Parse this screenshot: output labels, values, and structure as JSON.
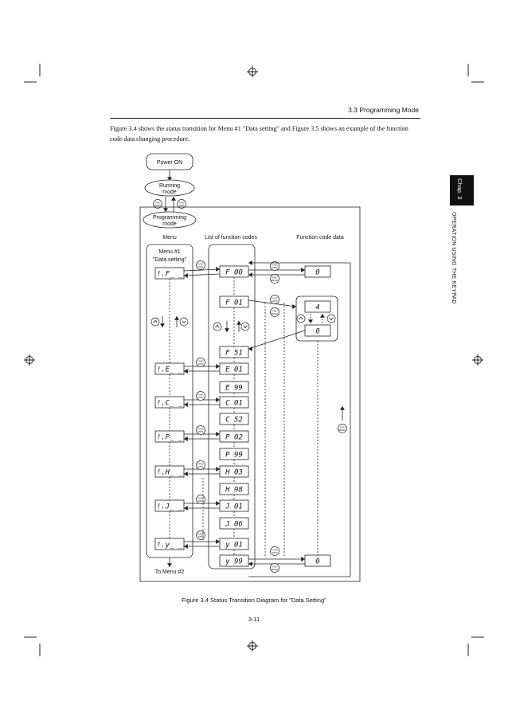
{
  "header": {
    "section": "3.3  Programming Mode"
  },
  "intro": "Figure 3.4 shows the status transition for Menu #1 \"Data setting\" and Figure 3.5 shows an example of the function code data changing procedure.",
  "chapter_tab": "Chap. 3",
  "side_label": "OPERATION USING THE KEYPAD",
  "diagram": {
    "power_on": "Power ON",
    "running": [
      "Running",
      "mode"
    ],
    "programming": [
      "Programming",
      "mode"
    ],
    "col_menu": "Menu",
    "col_codes": "List of function codes",
    "col_data": "Function code data",
    "menu1_title": [
      "Menu #1",
      "\"Data setting\""
    ],
    "to_menu2": "To Menu #2",
    "func_key_label": [
      "FUNC",
      "DATA"
    ],
    "prg_key_label": [
      "PRG",
      "RESET"
    ],
    "menu_displays": [
      "!.F_ _",
      "!.E_ _",
      "!.C_ _",
      "!.P_ _",
      "!.H_ _",
      "!.J_ _",
      "!.y_ _"
    ],
    "code_displays": [
      "F 00",
      "F 01",
      "F 51",
      "E 01",
      "E 99",
      "C 01",
      "C 52",
      "P 02",
      "P 99",
      "H 03",
      "H 98",
      "J 01",
      "J 06",
      "y 01",
      "y 99"
    ],
    "data_displays": [
      "0",
      "4",
      "0",
      "0"
    ]
  },
  "caption": "Figure 3.4  Status Transition Diagram for \"Data Setting\"",
  "page_number": "3-11"
}
